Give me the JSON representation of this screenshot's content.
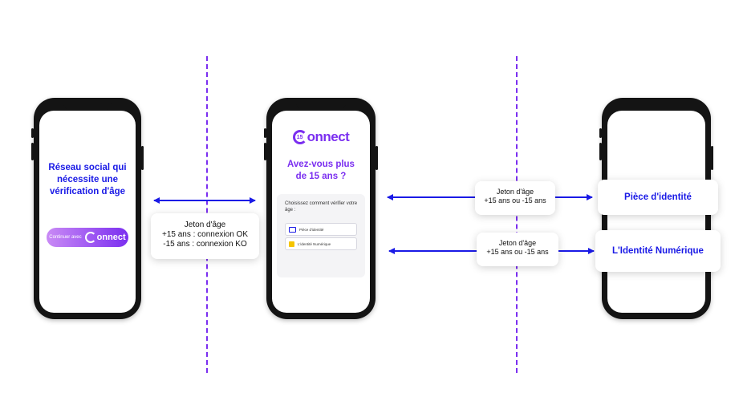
{
  "colors": {
    "accent_blue": "#1a1ae6",
    "accent_purple": "#7b2ff0",
    "phone_frame": "#141414"
  },
  "phone1": {
    "heading": "Réseau social qui nécessite une vérification d'âge",
    "button_prefix": "Continuer avec",
    "button_logo": "onnect"
  },
  "token_card_left": {
    "title": "Jeton d'âge",
    "line1": "+15 ans : connexion OK",
    "line2": "-15 ans : connexion KO"
  },
  "phone2": {
    "logo_badge": "15",
    "logo_text": "onnect",
    "question": "Avez-vous plus de 15 ans ?",
    "prompt": "Choisissez comment vérifier votre âge :",
    "options": [
      {
        "label": "Pièce d'identité",
        "icon": "id-card-icon"
      },
      {
        "label": "L'identité Numérique",
        "icon": "digital-id-icon"
      }
    ]
  },
  "token_card_right_top": {
    "title": "Jeton d'âge",
    "subtitle": "+15 ans ou -15 ans"
  },
  "token_card_right_bottom": {
    "title": "Jeton d'âge",
    "subtitle": "+15 ans ou -15 ans"
  },
  "provider_piece": {
    "label": "Pièce d'identité"
  },
  "provider_numerique": {
    "label": "L'Identité Numérique"
  }
}
